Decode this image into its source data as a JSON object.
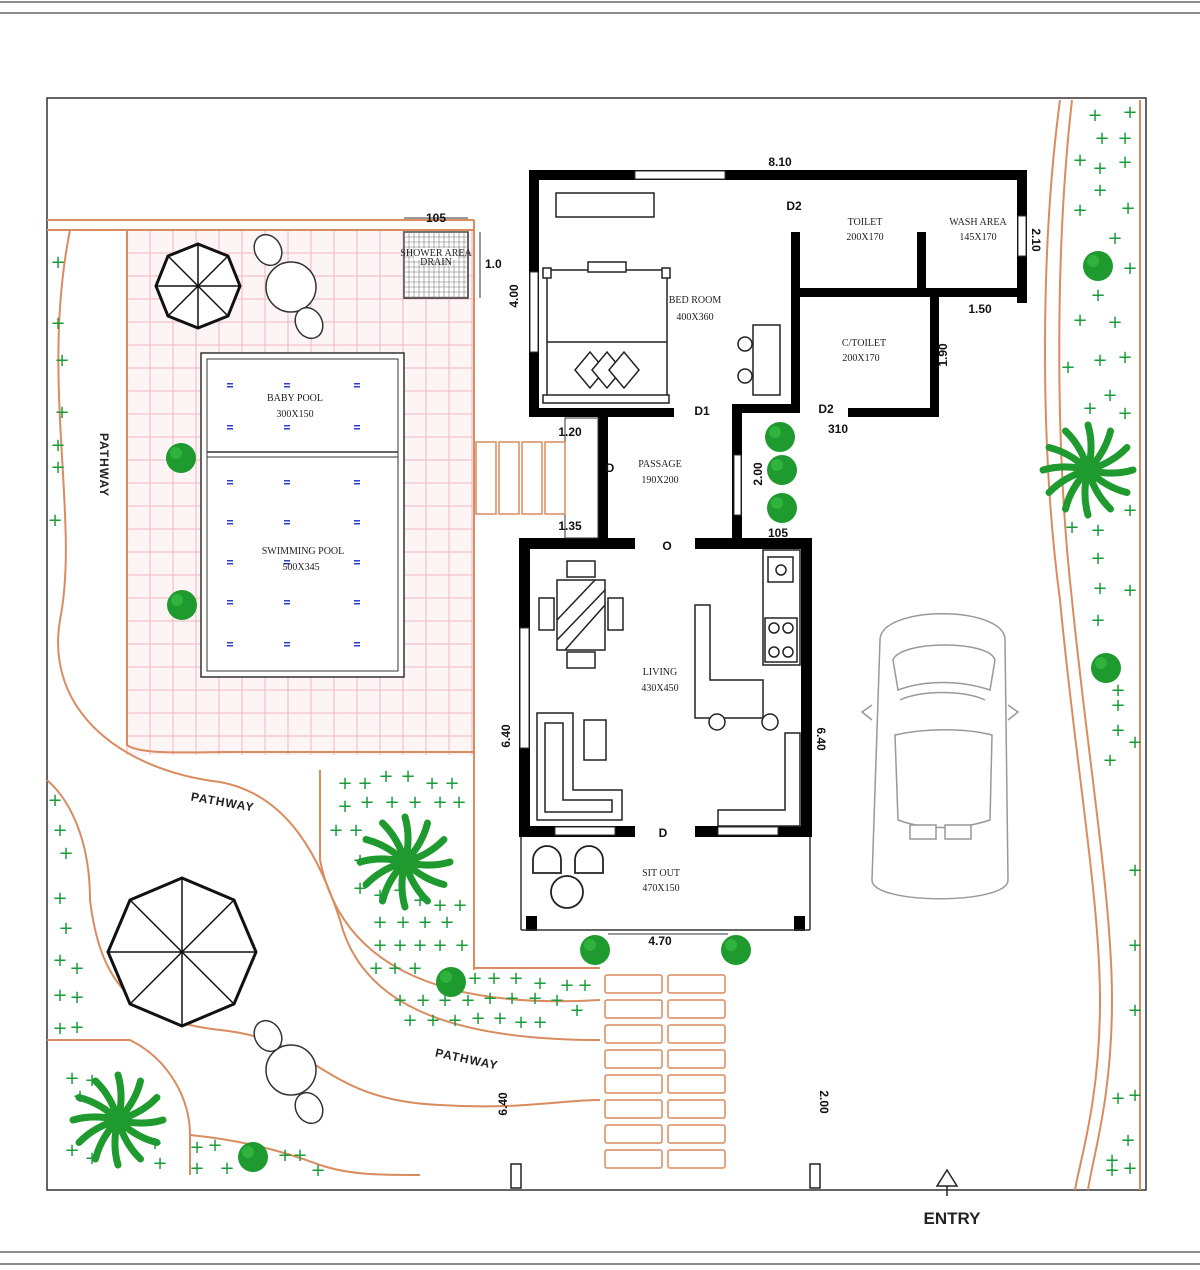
{
  "rooms": {
    "bedroom": {
      "name": "BED ROOM",
      "size": "400X360"
    },
    "toilet": {
      "name": "TOILET",
      "size": "200X170"
    },
    "wash_area": {
      "name": "WASH AREA",
      "size": "145X170"
    },
    "c_toilet": {
      "name": "C/TOILET",
      "size": "200X170"
    },
    "passage": {
      "name": "PASSAGE",
      "size": "190X200"
    },
    "living": {
      "name": "LIVING",
      "size": "430X450"
    },
    "sit_out": {
      "name": "SIT OUT",
      "size": "470X150"
    },
    "baby_pool": {
      "name": "BABY POOL",
      "size": "300X150"
    },
    "swimming_pool": {
      "name": "SWIMMING POOL",
      "size": "500X345"
    },
    "shower": {
      "line1": "SHOWER AREA",
      "line2": "DRAIN"
    }
  },
  "doors": {
    "d2_top": "D2",
    "d1": "D1",
    "d2_ctoilet": "D2",
    "d_passage": "D",
    "d_living": "D",
    "o_living": "O"
  },
  "dimensions": {
    "top_width": "8.10",
    "left_height": "4.00",
    "toilet_right": "2.10",
    "right_step": "1.50",
    "ctoilet_height": "1.90",
    "ctoilet_width": "310",
    "passage_top": "1.20",
    "passage_bottom": "1.35",
    "passage_height": "2.00",
    "side_gap": "105",
    "living_left": "6.40",
    "living_right": "6.40",
    "sitout_width": "4.70",
    "bottom_left": "6.40",
    "bottom_right": "2.00",
    "shower_width": "105",
    "shower_height": "1.0"
  },
  "labels": {
    "pathway_vertical": "PATHWAY",
    "pathway_middle": "PATHWAY",
    "pathway_lower": "PATHWAY",
    "entry": "ENTRY"
  },
  "colors": {
    "walls": "#000000",
    "pathway_edge": "#d98c5f",
    "tiles": "#f0b8c0",
    "plants": "#1f9a2e",
    "pool_marks": "#2a3fd1"
  }
}
